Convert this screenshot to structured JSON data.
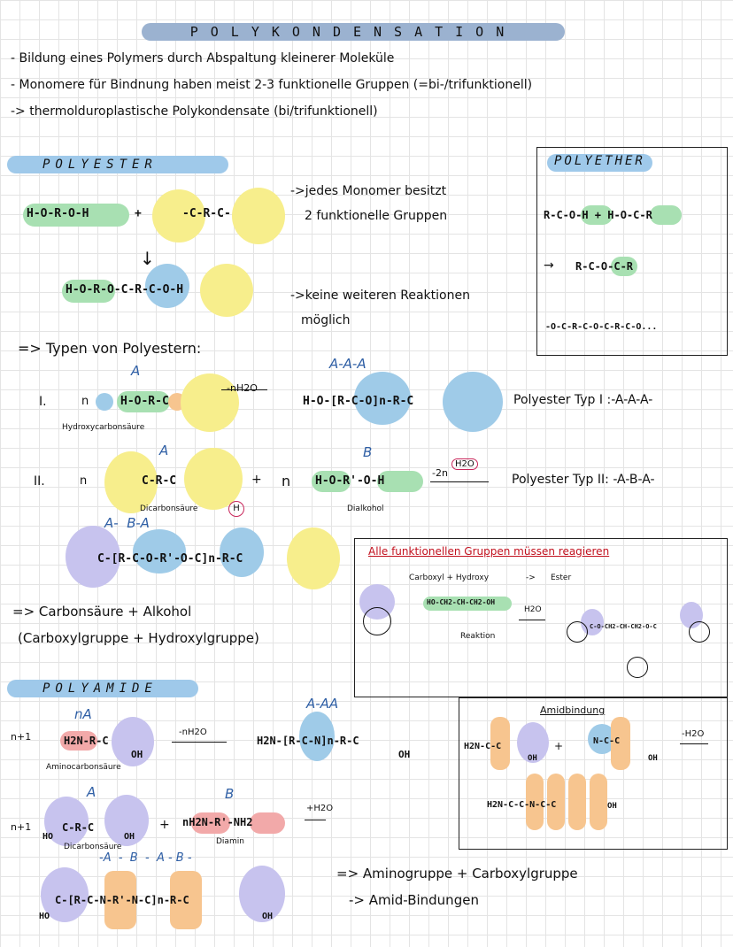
{
  "title": "POLYKONDENSATION",
  "intro": [
    "- Bildung eines Polymers durch Abspaltung kleinerer Moleküle",
    "- Monomere für Bindnung haben meist 2-3 funktionelle Gruppen (=bi-/trifunktionell)",
    "-> thermolduroplastische Polykondensate (bi/trifunktionell)"
  ],
  "polyester": {
    "heading": "POLYESTER",
    "reactant_alcohol": "H-O-R-O-H",
    "plus": "+",
    "reactant_acid": "-C-R-C-",
    "product": "H-O-R-O-C-R-C-O-H",
    "note1_line1": "->jedes Monomer besitzt",
    "note1_line2": "2 funktionelle Gruppen",
    "note2_line1": "->keine weiteren Reaktionen",
    "note2_line2": "möglich",
    "types_heading": "=> Typen von Polyestern:",
    "type1": {
      "roman": "I.",
      "n": "n",
      "letter": "A",
      "monomer": "H-O-R-C",
      "monomer_name": "Hydroxycarbonsäure",
      "arrow_label": "-nH2O",
      "product_letters": "A-A-A",
      "product": "H-O-[R-C-O]n-R-C",
      "result": "Polyester Typ I :-A-A-A-"
    },
    "type2": {
      "roman": "II.",
      "n": "n",
      "letter_a": "A",
      "acid": "C-R-C",
      "acid_name": "Dicarbonsäure",
      "h_mark": "H",
      "plus": "+",
      "n2": "n",
      "letter_b": "B",
      "alcohol": "H-O-R'-O-H",
      "alcohol_name": "Dialkohol",
      "arrow_label": "-2n",
      "water": "H2O",
      "result": "Polyester Typ II: -A-B-A-",
      "product_letters": "A-  B-A",
      "product": "C-[R-C-O-R'-O-C]n-R-C"
    },
    "summary1": "=> Carbonsäure + Alkohol",
    "summary2": "(Carboxylgruppe + Hydroxylgruppe)"
  },
  "polyether": {
    "heading": "POLYETHER",
    "reactants": "R-C-O-H + H-O-C-R",
    "product": "R-C-O-C-R",
    "chain": "-O-C-R-C-O-C-R-C-O..."
  },
  "functional_box": {
    "heading": "Alle funktionellen Gruppen müssen reagieren",
    "sub_left": "Carboxyl + Hydroxy",
    "sub_arrow": "->",
    "sub_right": "Ester",
    "alcohol": "HO-CH2-CH-CH2-OH",
    "reaction_label": "Reaktion",
    "water": "H2O",
    "product": "C-O-CH2-CH-CH2-O-C"
  },
  "polyamide": {
    "heading": "POLYAMIDE",
    "type1": {
      "n": "n+1",
      "letter": "nA",
      "monomer": "H2N-R-C",
      "oh": "OH",
      "monomer_name": "Aminocarbonsäure",
      "arrow_label": "-nH2O",
      "product_letters": "A-AA",
      "product": "H2N-[R-C-N]n-R-C",
      "oh2": "OH"
    },
    "type2": {
      "n": "n+1",
      "letter_a": "A",
      "acid": "C-R-C",
      "ho": "HO",
      "oh": "OH",
      "acid_name": "Dicarbonsäure",
      "plus": "+",
      "letter_b": "B",
      "amine": "nH2N-R'-NH2",
      "amine_name": "Diamin",
      "arrow_label": "+H2O",
      "product_letters": "-A  -  B  -  A - B -",
      "product": "C-[R-C-N-R'-N-C]n-R-C",
      "ho2": "HO",
      "oh2": "OH"
    },
    "summary1": "=> Aminogruppe + Carboxylgruppe",
    "summary2": "-> Amid-Bindungen"
  },
  "amide_box": {
    "heading": "Amidbindung",
    "left": "H2N-C-C",
    "oh": "OH",
    "plus": "+",
    "right": "N-C-C",
    "oh2": "OH",
    "arrow_label": "-H2O",
    "product": "H2N-C-C-N-C-C",
    "oh3": "OH"
  }
}
